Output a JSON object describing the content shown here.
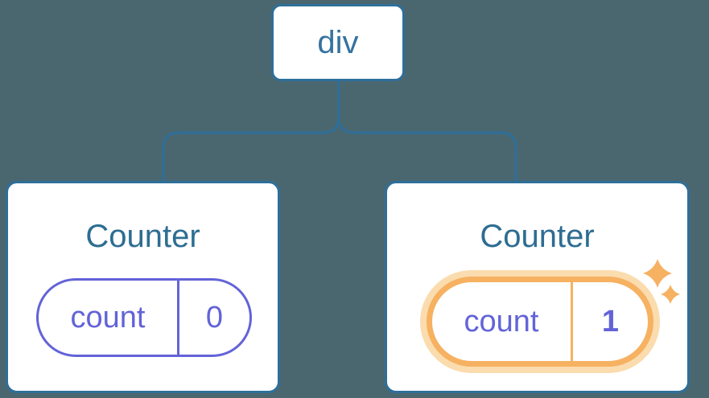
{
  "diagram": {
    "root": {
      "label": "div"
    },
    "children": [
      {
        "title": "Counter",
        "state_key": "count",
        "state_value": "0",
        "highlighted": false
      },
      {
        "title": "Counter",
        "state_key": "count",
        "state_value": "1",
        "highlighted": true,
        "highlight_icon": "sparkles-icon"
      }
    ]
  },
  "colors": {
    "bg": "#4a6770",
    "card-bg": "#ffffff",
    "blue": "#2e6f9a",
    "div-text": "#35739f",
    "title-text": "#2d6d92",
    "purple": "#6363d8",
    "orange": "#f6b161",
    "orange-glow": "#fbdcae"
  }
}
